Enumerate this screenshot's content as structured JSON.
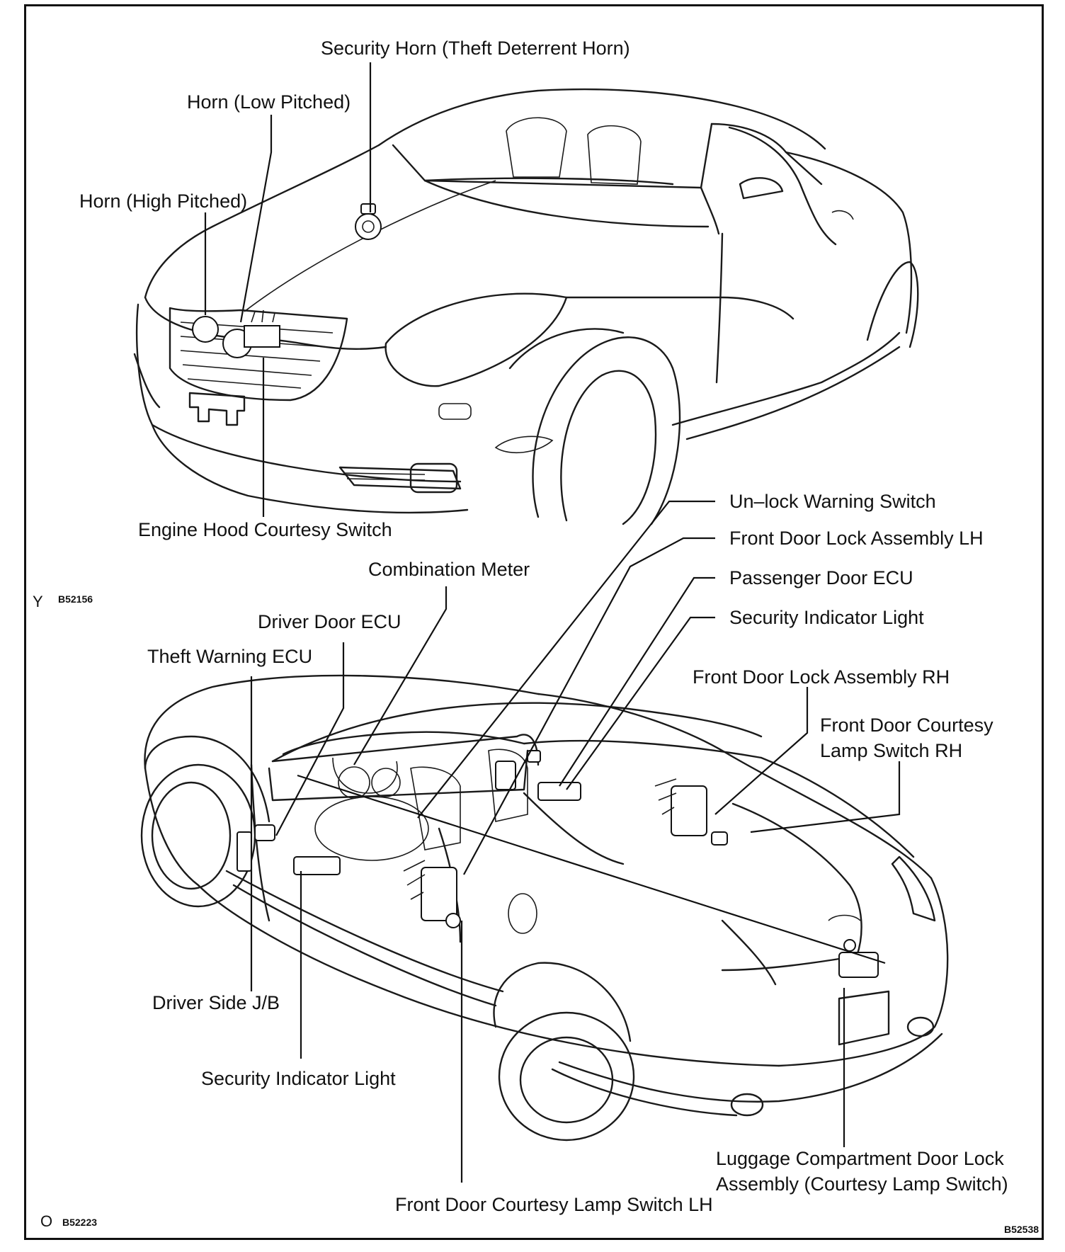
{
  "top_figure": {
    "labels": {
      "security_horn": "Security Horn (Theft Deterrent Horn)",
      "horn_low": "Horn (Low Pitched)",
      "horn_high": "Horn (High Pitched)",
      "hood_switch": "Engine Hood Courtesy Switch"
    },
    "mark": "Y",
    "code": "B52156"
  },
  "bottom_figure": {
    "labels": {
      "unlock_warning_switch": "Un–lock Warning Switch",
      "front_door_lock_lh": "Front Door Lock Assembly LH",
      "passenger_door_ecu": "Passenger Door ECU",
      "security_indicator_light_right": "Security Indicator Light",
      "combination_meter": "Combination Meter",
      "driver_door_ecu": "Driver Door ECU",
      "theft_warning_ecu": "Theft Warning ECU",
      "front_door_lock_rh": "Front Door Lock Assembly RH",
      "front_door_courtesy_rh_line1": "Front Door Courtesy",
      "front_door_courtesy_rh_line2": "Lamp Switch RH",
      "driver_side_jb": "Driver Side J/B",
      "security_indicator_light_left": "Security Indicator Light",
      "luggage_lock_line1": "Luggage Compartment Door Lock",
      "luggage_lock_line2": "Assembly (Courtesy Lamp Switch)",
      "front_door_courtesy_lh": "Front Door Courtesy Lamp Switch LH"
    },
    "mark": "O",
    "code": "B52223"
  },
  "page_code": "B52538"
}
